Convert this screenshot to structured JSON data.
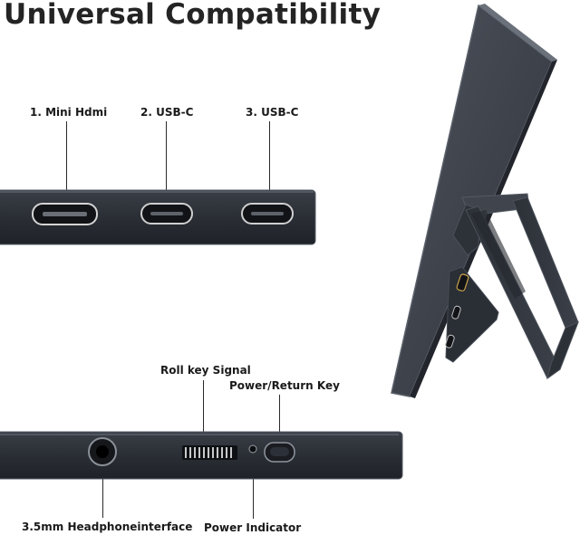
{
  "title": "Universal Compatibility",
  "ports": [
    {
      "label": "1. Mini Hdmi"
    },
    {
      "label": "2. USB-C"
    },
    {
      "label": "3. USB-C"
    }
  ],
  "controls": {
    "roll_key": "Roll key Signal",
    "power_key": "Power/Return Key",
    "headphone": "3.5mm Headphoneinterface",
    "power_indicator": "Power Indicator"
  },
  "colors": {
    "panel": "#2b2f36",
    "panel_edge": "#4a505a",
    "port_ring": "#c9c9c9",
    "background": "#ffffff"
  }
}
